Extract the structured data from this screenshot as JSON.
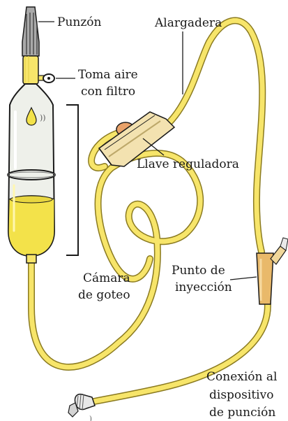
{
  "diagram": {
    "labels": {
      "punzon": "Punzón",
      "toma_aire_1": "Toma aire",
      "toma_aire_2": "con filtro",
      "alargadera": "Alargadera",
      "llave": "Llave reguladora",
      "camara_1": "Cámara",
      "camara_2": "de goteo",
      "punto_1": "Punto de",
      "punto_2": "inyección",
      "conexion_1": "Conexión al",
      "conexion_2": "dispositivo",
      "conexion_3": "de punción"
    },
    "colors": {
      "tube": "#f7e56a",
      "tube_outline": "#8a7a20",
      "liquid": "#f3e24a",
      "chamber": "#eef0ea",
      "clamp": "#f3e2b0",
      "port": "#e9b96a"
    }
  }
}
